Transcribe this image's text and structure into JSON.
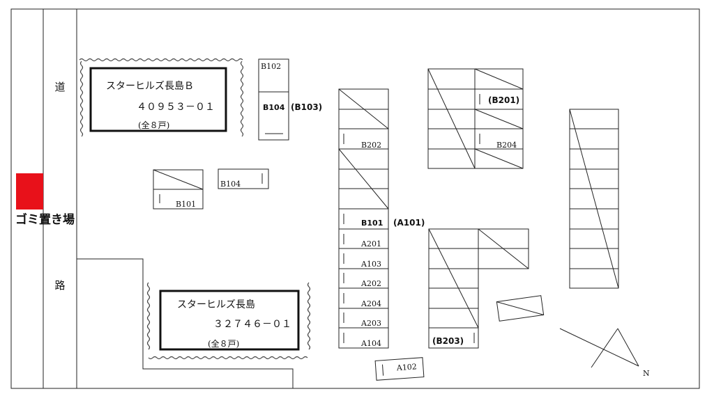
{
  "road": {
    "char_top": "道",
    "char_bottom": "路"
  },
  "garbage": {
    "label": "ゴミ置き場",
    "color": "#e8111a"
  },
  "building_b": {
    "name": "スターヒルズ長島Ｂ",
    "code": "４０９５３－０１",
    "units": "(全８戸)"
  },
  "building_a": {
    "name": "スターヒルズ長島",
    "code": "３２７４６－０１",
    "units": "(全８戸)"
  },
  "parking": {
    "b102": "B102",
    "b104_top": "B104",
    "b104_top_alt": "(B103)",
    "b101_left": "B101",
    "b104_mid": "B104",
    "b202": "B202",
    "b201": "(B201)",
    "b204": "B204",
    "b101_center": "B101",
    "a101": "(A101)",
    "a201": "A201",
    "a103": "A103",
    "a202": "A202",
    "a204": "A204",
    "a203": "A203",
    "a104": "A104",
    "a102": "A102",
    "b203": "(B203)"
  },
  "compass": {
    "north": "N"
  }
}
